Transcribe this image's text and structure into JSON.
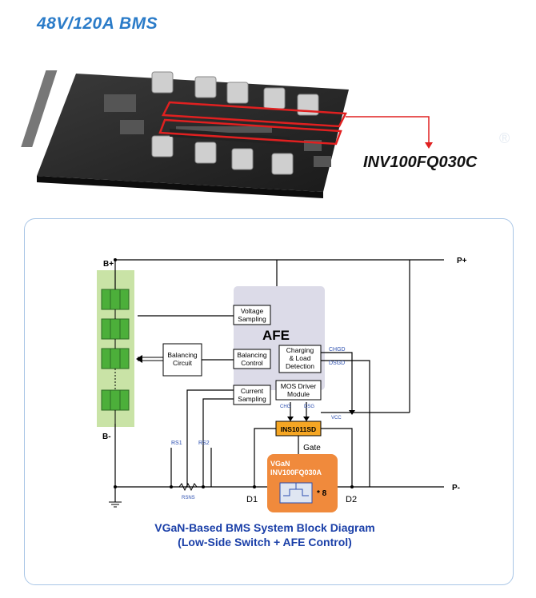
{
  "header": {
    "title": "48V/120A BMS"
  },
  "board": {
    "part_number": "INV100FQ030C",
    "highlight_color": "#e02020"
  },
  "diagram": {
    "nodes": {
      "b_plus": "B+",
      "b_minus": "B-",
      "p_plus": "P+",
      "p_minus": "P-",
      "afe": "AFE",
      "voltage_sampling": [
        "Voltage",
        "Sampling"
      ],
      "balancing_control": [
        "Balancing",
        "Control"
      ],
      "current_sampling": [
        "Current",
        "Sampling"
      ],
      "charging_detection": [
        "Charging",
        "& Load",
        "Detection"
      ],
      "mos_driver": [
        "MOS Driver",
        "Module"
      ],
      "balancing_circuit": [
        "Balancing",
        "Circuit"
      ],
      "ins_chip": "INS1011SD",
      "gate": "Gate",
      "vgan_brand": "VGaN",
      "vgan_part": "INV100FQ030A",
      "multiplier": "* 8",
      "d1": "D1",
      "d2": "D2",
      "rs1": "RS1",
      "rs2": "RS2",
      "rsns": "RSNS",
      "chgd": "CHGD",
      "dsgd": "DSGD",
      "chg": "CHG",
      "dsg": "DSG",
      "vcc": "VCC"
    },
    "caption_line1": "VGaN-Based BMS System Block Diagram",
    "caption_line2": "(Low-Side Switch + AFE Control)",
    "colors": {
      "caption": "#1a3fa8",
      "battery_green": "#4caf3a",
      "battery_panel": "#c9e3a6",
      "afe_panel": "#dcdbe8",
      "ins_chip": "#f5a623",
      "vgan_box": "#f08a3c",
      "signal_blue": "#2c4fb0"
    }
  }
}
